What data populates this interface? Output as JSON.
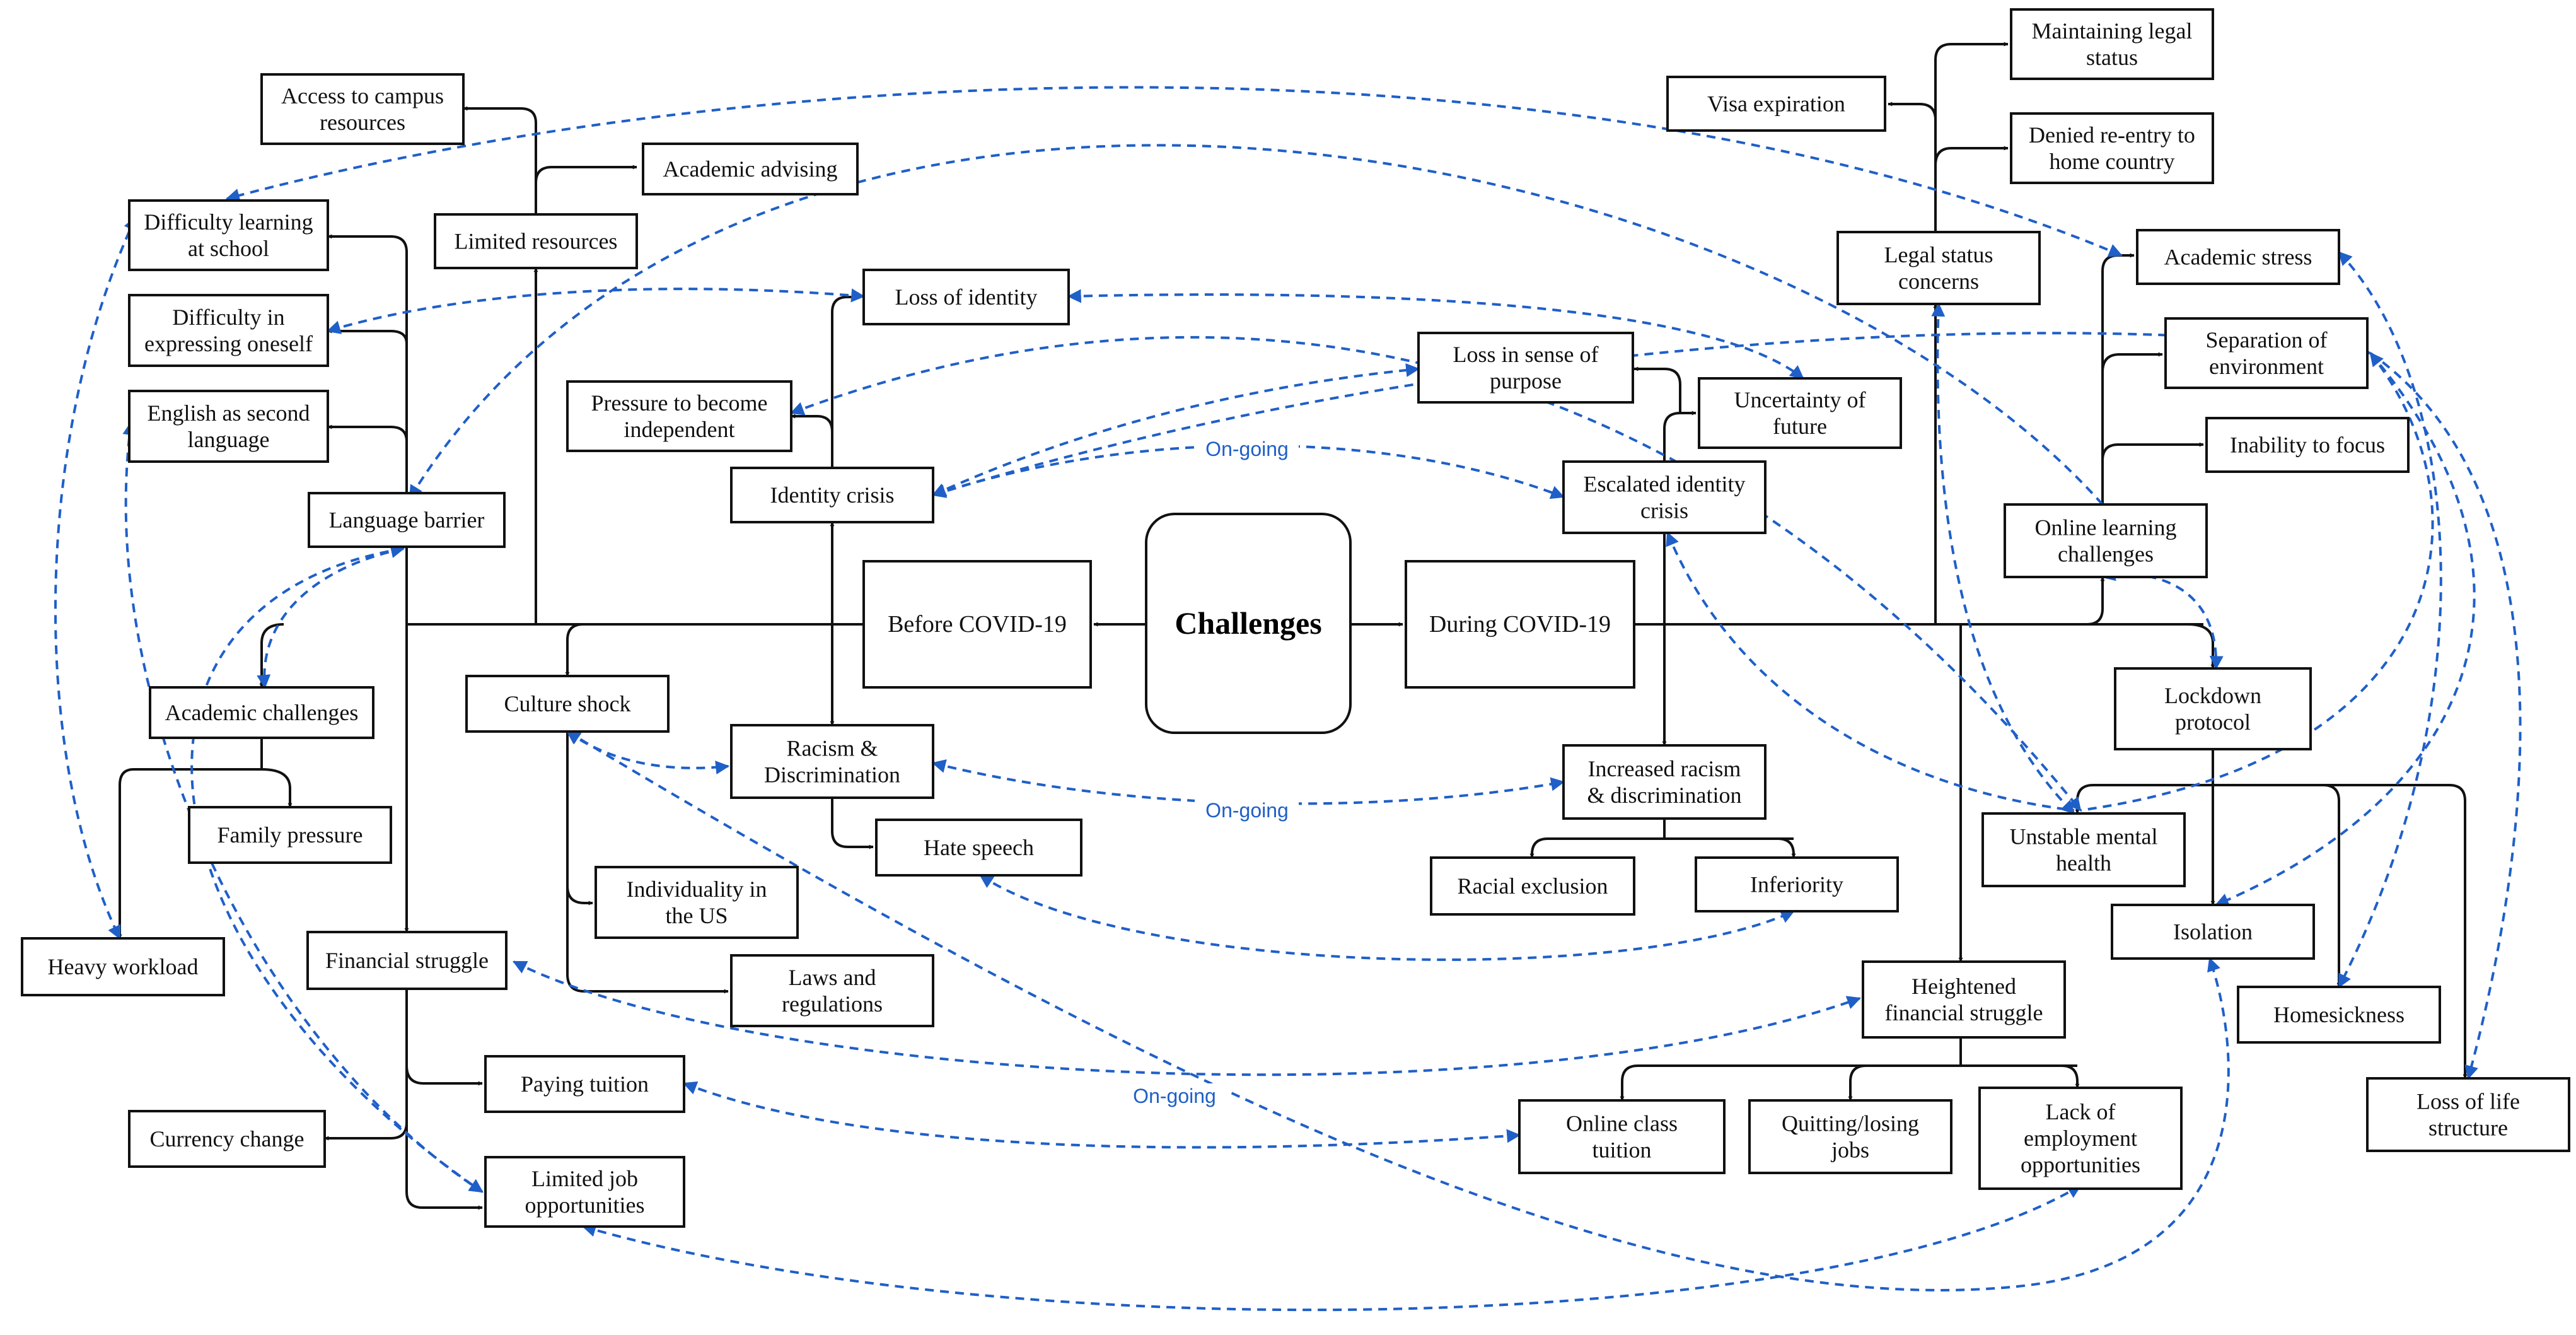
{
  "center": "Challenges",
  "colors": {
    "tree_edge": "#111111",
    "relation_edge": "#1f5fc8"
  },
  "nodes": {
    "before": "Before COVID-19",
    "during": "During COVID-19",
    "access_campus": [
      "Access to campus",
      "resources"
    ],
    "academic_advising": [
      "Academic advising"
    ],
    "limited_resources": [
      "Limited resources"
    ],
    "difficulty_learning": [
      "Difficulty learning",
      "at school"
    ],
    "difficulty_expressing": [
      "Difficulty in",
      "expressing oneself"
    ],
    "esl": [
      "English as second",
      "language"
    ],
    "language_barrier": [
      "Language barrier"
    ],
    "loss_identity": [
      "Loss of identity"
    ],
    "pressure_independent": [
      "Pressure to become",
      "independent"
    ],
    "identity_crisis": [
      "Identity crisis"
    ],
    "academic_challenges": [
      "Academic challenges"
    ],
    "family_pressure": [
      "Family pressure"
    ],
    "heavy_workload": [
      "Heavy workload"
    ],
    "culture_shock": [
      "Culture shock"
    ],
    "individuality": [
      "Individuality in",
      "the US"
    ],
    "laws": [
      "Laws and",
      "regulations"
    ],
    "racism": [
      "Racism &",
      "Discrimination"
    ],
    "hate_speech": [
      "Hate speech"
    ],
    "financial_struggle": [
      "Financial struggle"
    ],
    "paying_tuition": [
      "Paying tuition"
    ],
    "currency_change": [
      "Currency change"
    ],
    "limited_jobs": [
      "Limited job",
      "opportunities"
    ],
    "visa_expiration": [
      "Visa expiration"
    ],
    "maintaining_legal": [
      "Maintaining legal",
      "status"
    ],
    "denied_reentry": [
      "Denied re-entry to",
      "home country"
    ],
    "legal_status": [
      "Legal status",
      "concerns"
    ],
    "loss_purpose": [
      "Loss in sense of",
      "purpose"
    ],
    "uncertainty": [
      "Uncertainty of",
      "future"
    ],
    "escalated_identity": [
      "Escalated identity",
      "crisis"
    ],
    "academic_stress": [
      "Academic stress"
    ],
    "separation": [
      "Separation of",
      "environment"
    ],
    "inability_focus": [
      "Inability to focus"
    ],
    "online_learning": [
      "Online learning",
      "challenges"
    ],
    "lockdown": [
      "Lockdown",
      "protocol"
    ],
    "unstable_health": [
      "Unstable mental",
      "health"
    ],
    "isolation": [
      "Isolation"
    ],
    "homesickness": [
      "Homesickness"
    ],
    "loss_life": [
      "Loss of life",
      "structure"
    ],
    "increased_racism": [
      "Increased racism",
      "& discrimination"
    ],
    "racial_exclusion": [
      "Racial exclusion"
    ],
    "inferiority": [
      "Inferiority"
    ],
    "heightened_financial": [
      "Heightened",
      "financial struggle"
    ],
    "online_class_tuition": [
      "Online class",
      "tuition"
    ],
    "quitting_jobs": [
      "Quitting/losing",
      "jobs"
    ],
    "lack_employment": [
      "Lack of",
      "employment",
      "opportunities"
    ]
  },
  "edge_labels": {
    "ongoing_identity": "On-going",
    "ongoing_racism": "On-going",
    "ongoing_financial": "On-going"
  }
}
